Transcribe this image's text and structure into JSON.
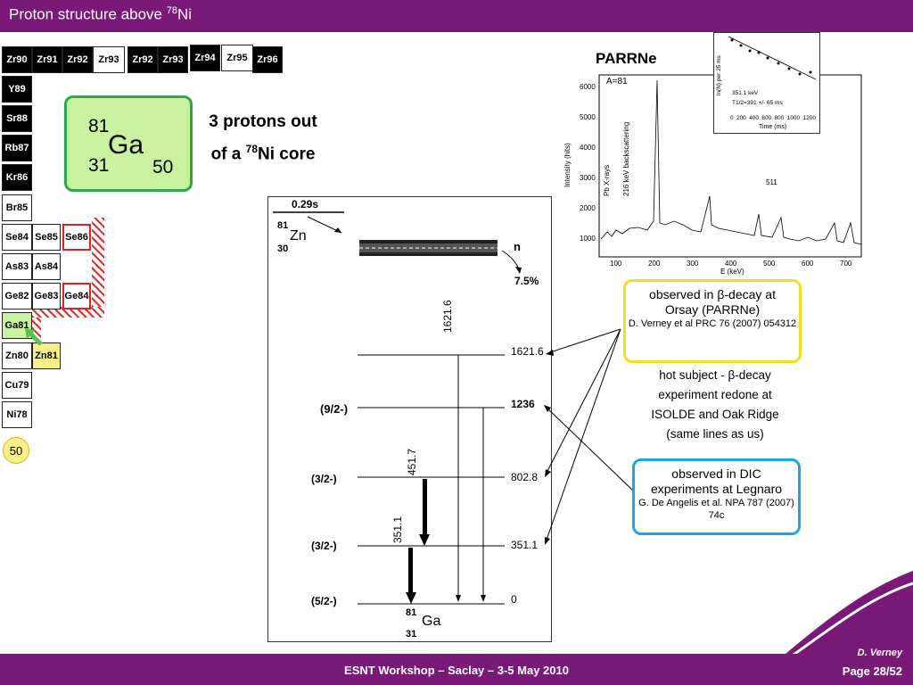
{
  "header": {
    "title_prefix": "Proton structure above ",
    "title_mass": "78",
    "title_element": "Ni"
  },
  "chart": {
    "row_zr": [
      "Zr90",
      "Zr91",
      "Zr92",
      "Zr93",
      "Zr92",
      "Zr93",
      "Zr94",
      "Zr95",
      "Zr96"
    ],
    "col_left": [
      "Y89",
      "Sr88",
      "Rb87",
      "Kr86",
      "Br85",
      "Se84",
      "As83",
      "Ge82",
      "Ga81",
      "Zn80",
      "Cu79",
      "Ni78"
    ],
    "se85": "Se85",
    "se86": "Se86",
    "as84": "As84",
    "ge83": "Ge83",
    "ge84": "Ge84",
    "zn81": "Zn81",
    "magic": "50"
  },
  "ga_box": {
    "a": "81",
    "symbol": "Ga",
    "z": "31",
    "n": "50"
  },
  "protons": {
    "line1": "3 protons out",
    "line2_prefix": "of a ",
    "line2_mass": "78",
    "line2_suffix": "Ni core"
  },
  "scheme": {
    "halflife": "0.29s",
    "parent_a": "81",
    "parent_z": "30",
    "parent_sym": "Zn",
    "neutron": "n",
    "neutron_pct": "7.5%",
    "levels": [
      {
        "energy": "1621.6",
        "spin": ""
      },
      {
        "energy": "1236",
        "spin": "(9/2-)"
      },
      {
        "energy": "802.8",
        "spin": "(3/2-)"
      },
      {
        "energy": "351.1",
        "spin": "(3/2-)"
      },
      {
        "energy": "0",
        "spin": "(5/2-)"
      }
    ],
    "gammas": [
      "1621.6",
      "451.7",
      "351.1"
    ],
    "daughter_a": "81",
    "daughter_z": "31",
    "daughter_sym": "Ga"
  },
  "parrne": {
    "label": "PARRNe"
  },
  "spectrum": {
    "ylabel": "Intensity (hits)",
    "xlabel": "E (keV)",
    "mass": "A=81",
    "yticks": [
      "6000",
      "5000",
      "4000",
      "3000",
      "2000",
      "1000"
    ],
    "xticks": [
      "100",
      "200",
      "300",
      "400",
      "500",
      "600",
      "700"
    ],
    "ann_pbx": "Pb X-rays",
    "ann_backscatter": "216 keV backscattering",
    "ann_511": "511",
    "inset": {
      "energy": "351.1 keV",
      "halflife": "T1/2=391 +/- 65 ms",
      "xlabel": "Time (ms)",
      "ylabel": "ln(N) per 25 ms",
      "xticks": [
        "0",
        "200",
        "400",
        "600",
        "800",
        "1000",
        "1200"
      ]
    }
  },
  "callout_yellow": {
    "line1_prefix": "observed in ",
    "line1_greek": "β",
    "line1_suffix": "-decay at",
    "line2": "Orsay (PARRNe)",
    "ref": "D. Verney et al PRC 76 (2007) 054312"
  },
  "hot": {
    "line1_prefix": "hot subject - ",
    "line1_greek": "β",
    "line1_suffix": "-decay",
    "line2": "experiment redone at",
    "line3": "ISOLDE and Oak Ridge",
    "line4": "(same lines as us)"
  },
  "callout_blue": {
    "line1": "observed in DIC",
    "line2": "experiments at Legnaro",
    "ref": "G. De Angelis et al. NPA 787 (2007) 74c"
  },
  "footer": {
    "center": "ESNT Workshop –   Saclay –   3-5 May 2010",
    "author": "D. Verney",
    "page": "Page 28/52"
  },
  "colors": {
    "bar": "#7a1a78",
    "green_box": "#2ea84a",
    "yellow_callout": "#f0e020",
    "blue_callout": "#1ea6e0",
    "hatch": "#e53030"
  }
}
